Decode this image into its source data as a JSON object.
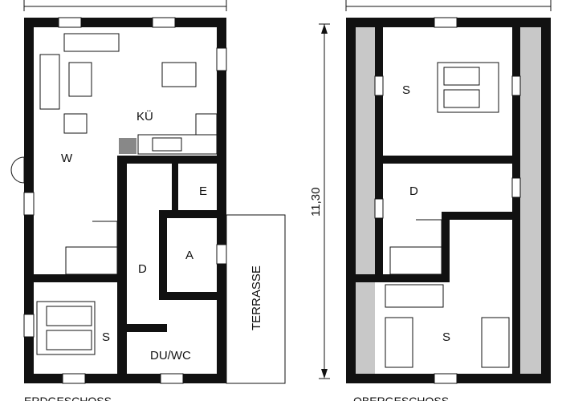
{
  "colors": {
    "wall": "#111111",
    "shade": "#c8c8c8",
    "background": "#ffffff"
  },
  "ground_floor": {
    "caption": "ERDGESCHOSS",
    "rooms": {
      "living": "W",
      "kitchen": "KÜ",
      "entry": "E",
      "storage": "A",
      "hall": "D",
      "bedroom": "S",
      "bath": "DU/WC",
      "terrace": "TERRASSE"
    }
  },
  "upper_floor": {
    "caption": "OBERGESCHOSS",
    "rooms": {
      "bedroom_top": "S",
      "hall": "D",
      "bedroom_bottom": "S"
    }
  },
  "dimensions": {
    "height": "11,30"
  }
}
